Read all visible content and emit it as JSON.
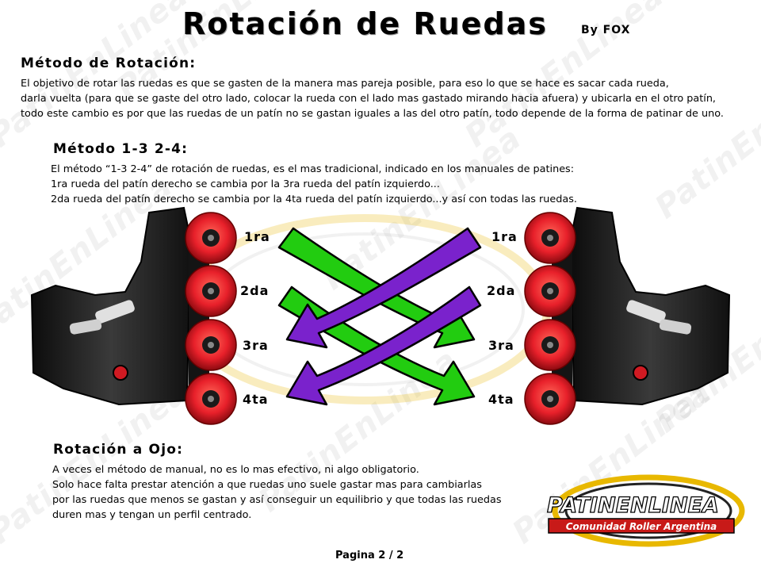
{
  "header": {
    "title": "Rotación de Ruedas",
    "byline": "By FOX"
  },
  "watermark": "PatinEnLinea",
  "section_rotation": {
    "heading": "Método de Rotación:",
    "lines": [
      "El objetivo de rotar las ruedas es que se gasten de la manera mas pareja posible, para eso lo que se hace es sacar cada rueda,",
      "darla vuelta (para que se gaste del otro lado, colocar la rueda con el lado mas gastado mirando hacia afuera) y ubicarla en el otro patín,",
      "todo este cambio es por que las ruedas de un patín no se gastan iguales a las del otro patín, todo depende de la forma de patinar de uno."
    ]
  },
  "section_method": {
    "heading": "Método 1-3 2-4:",
    "lines": [
      "El método “1-3 2-4” de rotación de ruedas, es el mas tradicional, indicado en los manuales de patines:",
      "1ra rueda del patín derecho se cambia por la 3ra rueda del patín izquierdo...",
      "2da rueda del patín derecho se cambia por la 4ta rueda del patín izquierdo...y así con todas las ruedas."
    ]
  },
  "diagram": {
    "left_labels": [
      "1ra",
      "2da",
      "3ra",
      "4ta"
    ],
    "right_labels": [
      "1ra",
      "2da",
      "3ra",
      "4ta"
    ],
    "colors": {
      "wheel": "#e8202a",
      "green_arrow": "#22cc10",
      "purple_arrow": "#7a22cc",
      "boot": "#1a1a1a"
    }
  },
  "section_eye": {
    "heading": "Rotación a Ojo:",
    "lines": [
      "A veces el método de manual, no es lo mas efectivo, ni algo obligatorio.",
      "Solo hace falta prestar atención a que ruedas uno suele gastar mas para cambiarlas",
      "por las ruedas que menos se gastan y así conseguir un equilibrio y que todas las ruedas",
      "duren mas y tengan un perfil centrado."
    ]
  },
  "logo": {
    "name": "PATINENLINEA",
    "tagline": "Comunidad Roller Argentina"
  },
  "footer": {
    "page": "Pagina 2 / 2"
  }
}
